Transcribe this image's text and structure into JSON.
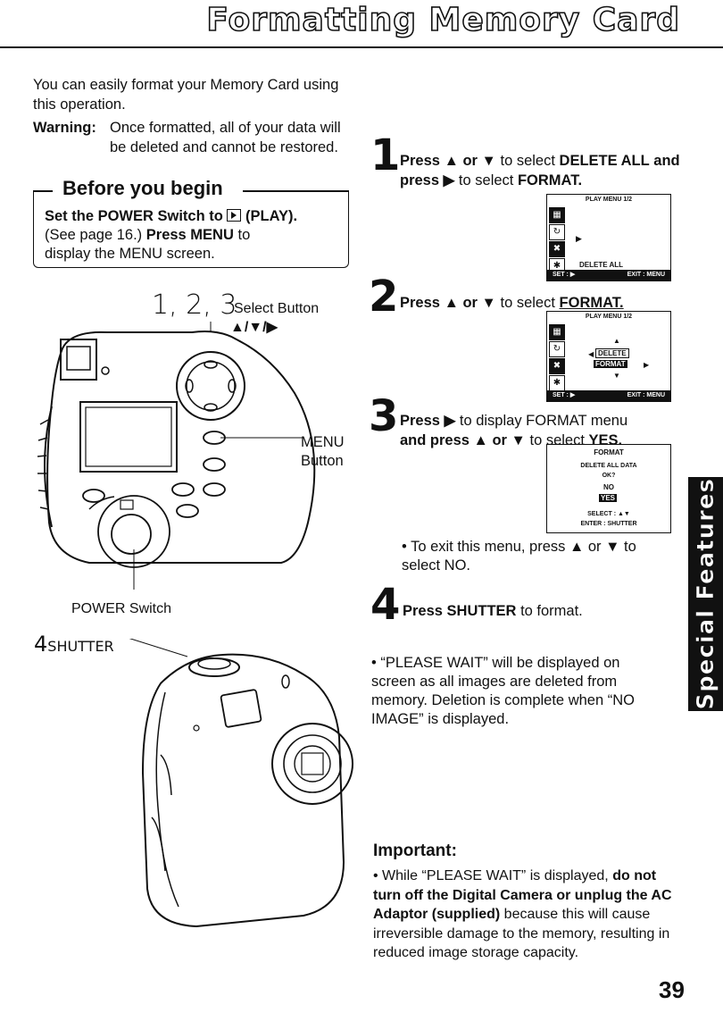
{
  "header": {
    "title": "Formatting Memory Card"
  },
  "side_tab": {
    "label": "Special Features"
  },
  "intro": {
    "text": "You can easily format your Memory Card using this operation.",
    "warning_label": "Warning:",
    "warning_text": "Once formatted, all of your data will be deleted and cannot be restored."
  },
  "before_you_begin": {
    "title": "Before you begin",
    "line1_bold": "Set the POWER Switch to",
    "line1_end": "(PLAY).",
    "line2_a": "(See page 16.)",
    "line2_bold": "Press MENU",
    "line2_b": "to",
    "line3": "display the MENU screen."
  },
  "camera_labels": {
    "steps_123": "1, 2, 3",
    "select_button": "Select Button",
    "select_arrows": "▲/▼/▶",
    "menu_button": "MENU Button",
    "power_switch": "POWER Switch",
    "shutter_num": "4",
    "shutter_label": "SHUTTER"
  },
  "steps": [
    {
      "num": "1",
      "press": "Press",
      "up_down": "▲ or ▼",
      "to_select": "to select",
      "target": "DELETE ALL",
      "and_press": "and press",
      "arrow": "▶",
      "rest": "to select",
      "target2": "FORMAT."
    },
    {
      "num": "2",
      "press": "Press",
      "up_down": "▲ or ▼",
      "to_select": "to select",
      "target": "FORMAT."
    },
    {
      "num": "3",
      "press": "Press",
      "arrow": "▶",
      "line1_rest": "to display FORMAT menu",
      "and_press": "and press",
      "up_down": "▲ or ▼",
      "to_select": "to select",
      "target": "YES."
    },
    {
      "num": "4",
      "bold": "Press SHUTTER",
      "rest": "to format."
    }
  ],
  "lcd1": {
    "header": "PLAY MENU 1/2",
    "item": "DELETE ALL",
    "bar_left": "SET :  ▶",
    "bar_right": "EXIT : MENU"
  },
  "lcd2": {
    "header": "PLAY MENU 1/2",
    "item1": "DELETE",
    "item2": "FORMAT",
    "bar_left": "SET :  ▶",
    "bar_right": "EXIT : MENU"
  },
  "lcd3": {
    "title": "FORMAT",
    "line1": "DELETE ALL DATA",
    "line2": "OK?",
    "opt_no": "NO",
    "opt_yes": "YES",
    "select": "SELECT : ▲▼",
    "enter": "ENTER  : SHUTTER"
  },
  "exit_note": "• To exit this menu, press ▲ or ▼ to select NO.",
  "please_wait_note": "• “PLEASE WAIT” will be displayed on screen as all images are deleted from memory. Deletion is complete when “NO IMAGE” is displayed.",
  "important": {
    "title": "Important:",
    "lead": "• While “PLEASE WAIT” is displayed,",
    "bold": "do not turn off the Digital Camera or unplug the AC Adaptor (supplied)",
    "rest": "because this will cause irreversible damage to the memory, resulting in reduced image storage capacity."
  },
  "page_number": "39"
}
